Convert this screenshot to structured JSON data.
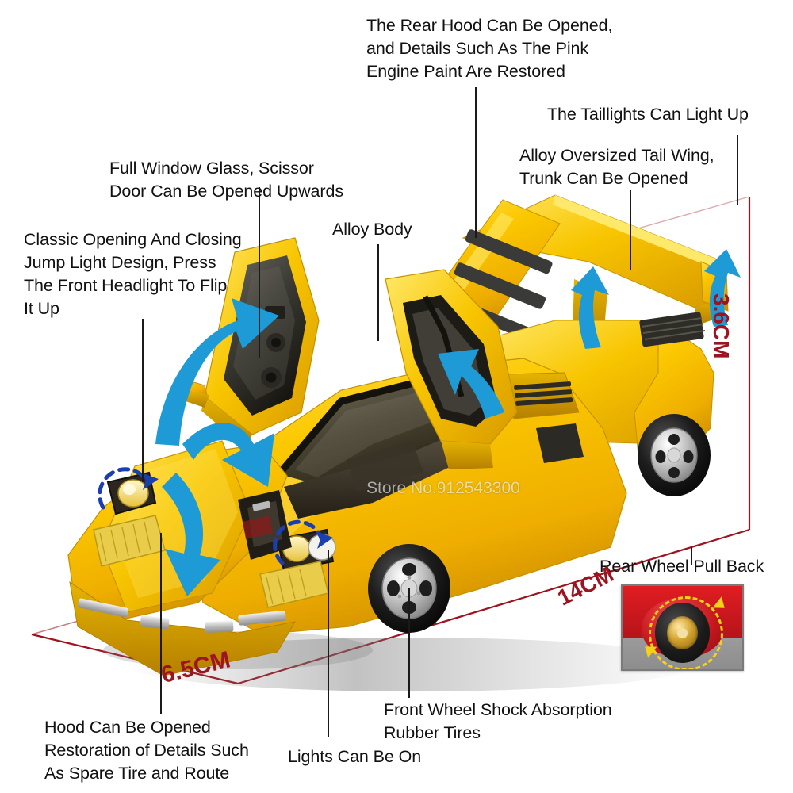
{
  "product": {
    "type": "die-cast-model-car",
    "model": "Lamborghini Countach scale model",
    "body_color": "#F5C300",
    "accent_arrow_color": "#1E9AD6",
    "dimension_color": "#9E1320"
  },
  "watermark": {
    "text": "Store No.912543300"
  },
  "callouts": [
    {
      "id": "rear-hood",
      "lines": [
        "The Rear Hood Can Be Opened,",
        "and Details Such As The Pink",
        "Engine Paint Are Restored"
      ],
      "text": "The Rear Hood Can Be Opened,\nand Details Such As The Pink\nEngine Paint Are Restored"
    },
    {
      "id": "taillights",
      "lines": [
        "The Taillights Can Light Up"
      ],
      "text": "The Taillights Can Light Up"
    },
    {
      "id": "tail-wing",
      "lines": [
        "Alloy Oversized Tail Wing,",
        "Trunk Can Be Opened"
      ],
      "text": "Alloy Oversized Tail Wing,\nTrunk Can Be Opened"
    },
    {
      "id": "window-glass",
      "lines": [
        "Full Window Glass, Scissor",
        "Door Can Be Opened Upwards"
      ],
      "text": "Full Window Glass, Scissor\nDoor Can Be Opened Upwards"
    },
    {
      "id": "alloy-body",
      "lines": [
        "Alloy Body"
      ],
      "text": "Alloy Body"
    },
    {
      "id": "jump-light",
      "lines": [
        "Classic Opening And Closing",
        "Jump Light Design, Press",
        "The Front Headlight To Flip",
        "It Up"
      ],
      "text": "Classic Opening And Closing\nJump Light Design, Press\nThe Front Headlight To Flip\nIt Up"
    },
    {
      "id": "rear-wheel-pull-back",
      "lines": [
        "Rear Wheel Pull Back"
      ],
      "text": "Rear Wheel Pull Back"
    },
    {
      "id": "hood-open",
      "lines": [
        "Hood Can Be Opened",
        "Restoration of Details Such",
        "As Spare Tire and Route"
      ],
      "text": "Hood Can Be Opened\nRestoration of Details Such\nAs Spare Tire and Route"
    },
    {
      "id": "lights-on",
      "lines": [
        "Lights Can Be On"
      ],
      "text": "Lights Can Be On"
    },
    {
      "id": "front-wheel-shock",
      "lines": [
        "Front Wheel Shock Absorption",
        "Rubber Tires"
      ],
      "text": "Front Wheel Shock Absorption\nRubber Tires"
    }
  ],
  "dimensions": {
    "length": "14CM",
    "width": "6.5CM",
    "height": "3.6CM"
  }
}
